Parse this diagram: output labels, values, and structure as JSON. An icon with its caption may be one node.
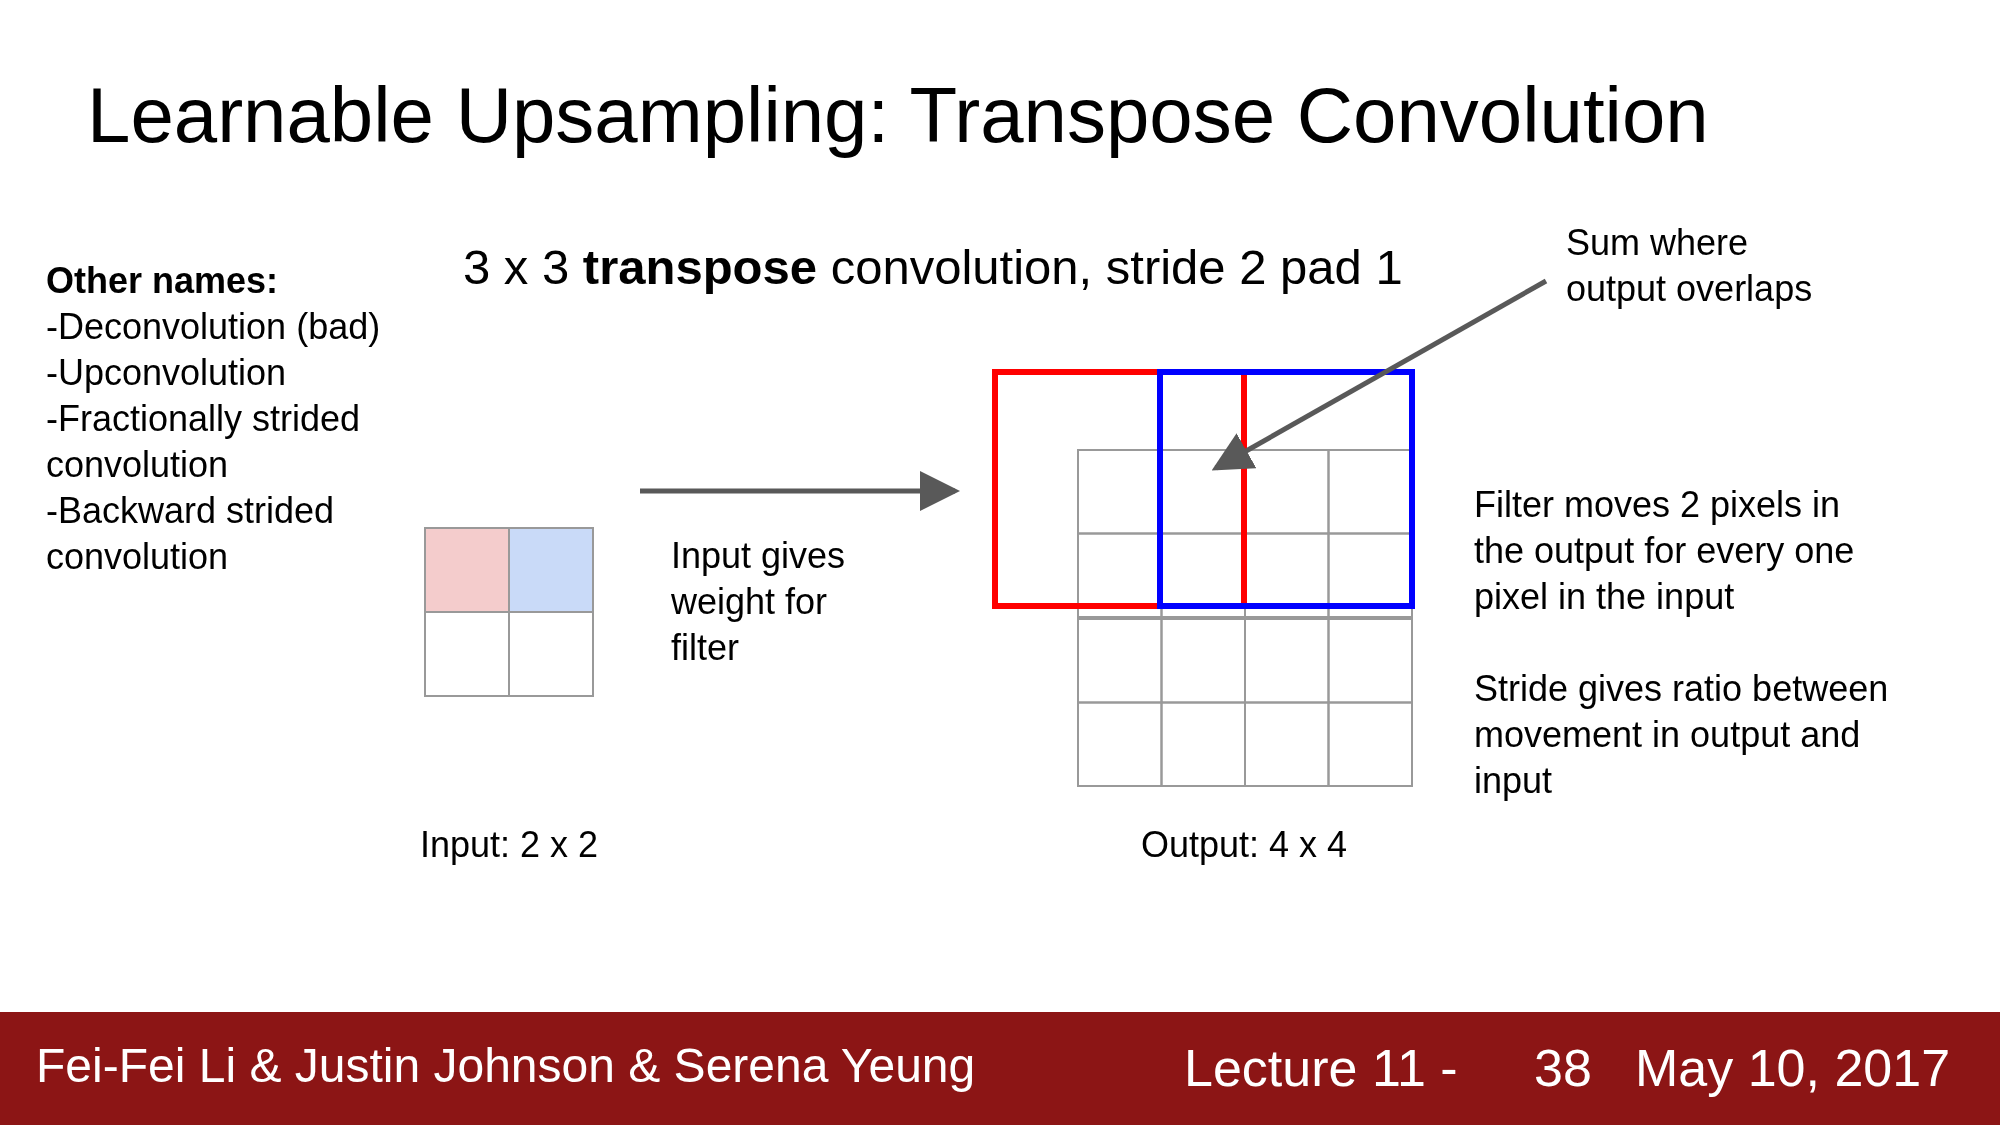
{
  "diagram": {
    "title": "Learnable Upsampling: Transpose Convolution",
    "nodes": [
      {
        "text": [],
        "shape": "grid",
        "beside": [
          "Input: 2 x 2"
        ]
      },
      {
        "text": [],
        "shape": "grid",
        "beside": [
          "Output: 4 x 4"
        ]
      },
      {
        "text": [
          "Sum where output overlaps"
        ]
      }
    ],
    "edges": [
      {
        "from": 0,
        "to": 1,
        "arrow": "to",
        "label": "Input gives weight for filter"
      },
      {
        "from": 2,
        "to": 1,
        "arrow": "to"
      }
    ],
    "labels": [
      "Other names:",
      "-Deconvolution (bad)",
      "-Upconvolution",
      "-Fractionally strided convolution",
      "-Backward strided convolution",
      "3 x 3 **transpose** convolution, stride 2 pad 1",
      "Filter moves 2 pixels in the output for every one pixel in the input",
      "Stride gives ratio between movement in output and input",
      "Fei-Fei Li & Justin Johnson & Serena Yeung",
      "Lecture 11 -",
      "38",
      "May 10, 2017"
    ]
  }
}
